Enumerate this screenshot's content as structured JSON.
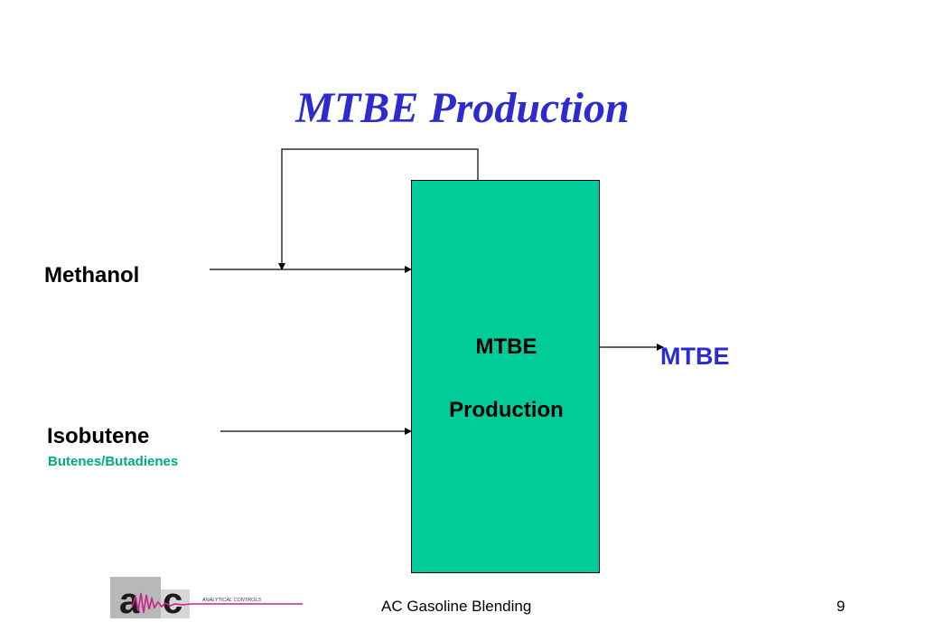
{
  "slide": {
    "title": "MTBE Production"
  },
  "diagram": {
    "process": {
      "line1": "MTBE",
      "line2": "Production"
    },
    "inputs": [
      {
        "label": "Methanol"
      },
      {
        "label": "Isobutene",
        "sublabel": "Butenes/Butadienes"
      }
    ],
    "output": {
      "label": "MTBE"
    },
    "colors": {
      "title": "#2b2bcf",
      "process_fill": "#00cc99",
      "sublabel": "#00aa7f",
      "output": "#2b2bcf"
    }
  },
  "footer": {
    "logo_text": "ANALYTICAL CONTROLS",
    "caption": "AC Gasoline Blending",
    "page_number": "9"
  }
}
